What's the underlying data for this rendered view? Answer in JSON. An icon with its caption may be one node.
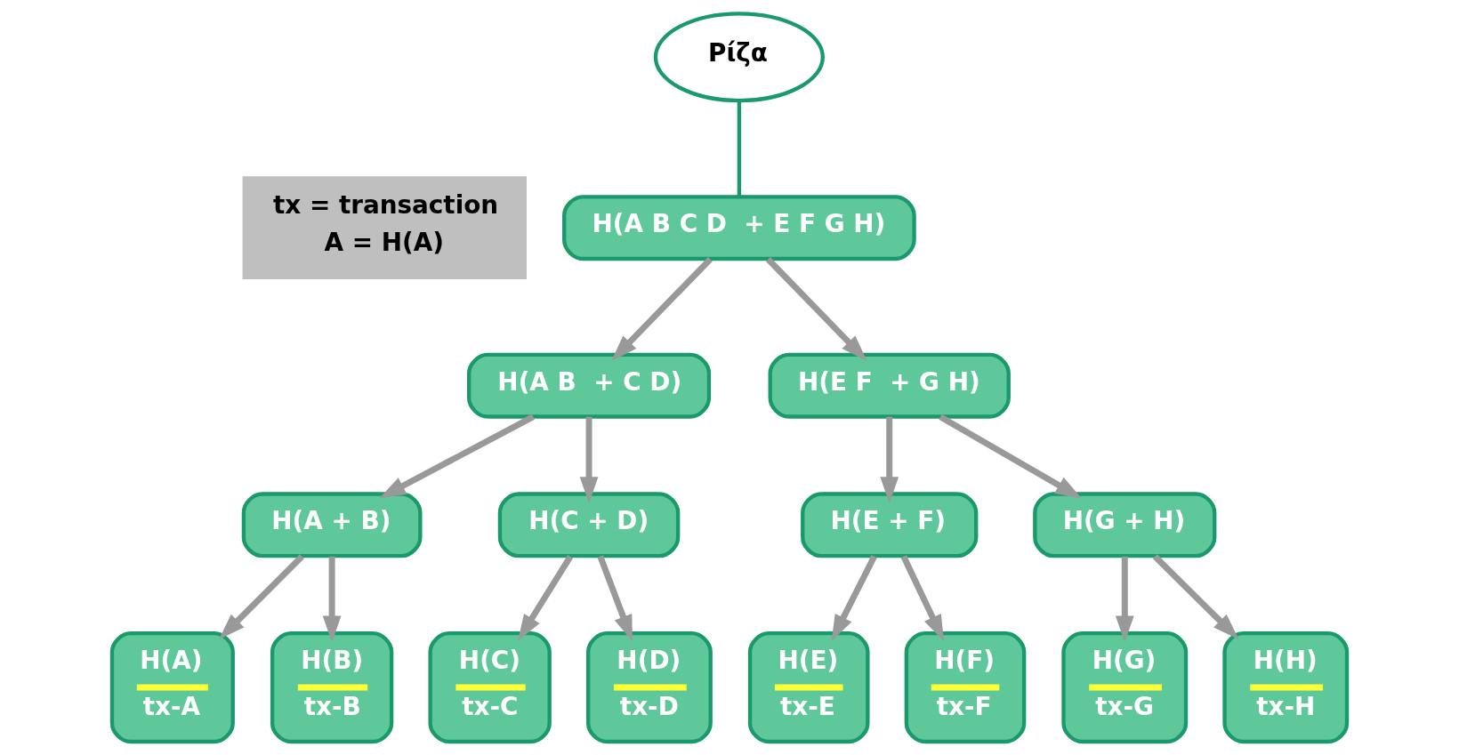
{
  "diagram": {
    "nodes": [
      {
        "text": [
          "tx = transaction",
          "A = H(A)"
        ]
      },
      {
        "text": [
          "H(A B C D  + E F G H)"
        ]
      },
      {
        "text": [
          "Ρίζα"
        ]
      },
      {
        "text": [
          "H(A B  + C D)"
        ]
      },
      {
        "text": [
          "H(E F  + G H)"
        ]
      },
      {
        "text": [
          "H(A + B)"
        ]
      },
      {
        "text": [
          "H(C + D)"
        ]
      },
      {
        "text": [
          "H(E + F)"
        ]
      },
      {
        "text": [
          "H(G + H)"
        ]
      },
      {
        "text": [
          "H(A)",
          "tx-A"
        ]
      },
      {
        "text": [
          "H(B)",
          "tx-B"
        ]
      },
      {
        "text": [
          "H(C)",
          "tx-C"
        ]
      },
      {
        "text": [
          "H(D)",
          "tx-D"
        ]
      },
      {
        "text": [
          "H(E)",
          "tx-E"
        ]
      },
      {
        "text": [
          "H(F)",
          "tx-F"
        ]
      },
      {
        "text": [
          "H(G)",
          "tx-G"
        ]
      },
      {
        "text": [
          "H(H)",
          "tx-H"
        ]
      }
    ],
    "edges": [
      {
        "from": 2,
        "to": 1,
        "arrow": "none",
        "color": "#1a9a6c"
      },
      {
        "from": 1,
        "to": 3,
        "arrow": "to"
      },
      {
        "from": 1,
        "to": 4,
        "arrow": "to"
      },
      {
        "from": 3,
        "to": 5,
        "arrow": "to"
      },
      {
        "from": 3,
        "to": 6,
        "arrow": "to"
      },
      {
        "from": 4,
        "to": 7,
        "arrow": "to"
      },
      {
        "from": 4,
        "to": 8,
        "arrow": "to"
      },
      {
        "from": 5,
        "to": 9,
        "arrow": "to"
      },
      {
        "from": 5,
        "to": 10,
        "arrow": "to"
      },
      {
        "from": 6,
        "to": 11,
        "arrow": "to"
      },
      {
        "from": 6,
        "to": 12,
        "arrow": "to"
      },
      {
        "from": 7,
        "to": 13,
        "arrow": "to"
      },
      {
        "from": 7,
        "to": 14,
        "arrow": "to"
      },
      {
        "from": 8,
        "to": 15,
        "arrow": "to"
      },
      {
        "from": 8,
        "to": 16,
        "arrow": "to"
      }
    ]
  }
}
